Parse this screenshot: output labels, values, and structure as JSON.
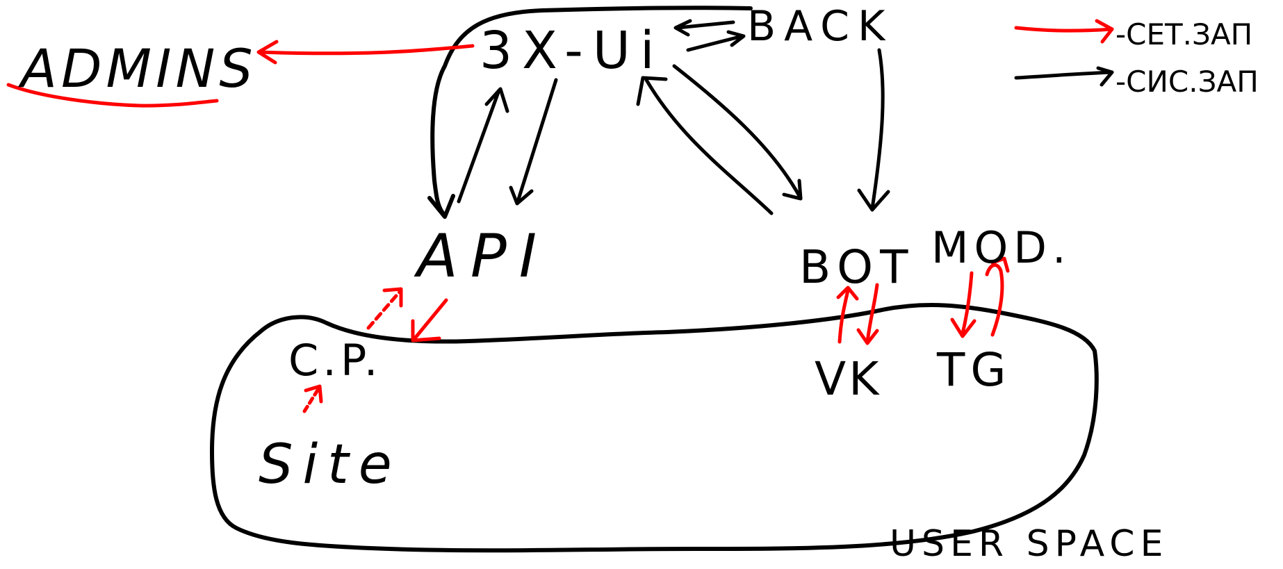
{
  "nodes": {
    "admins": "ADMINS",
    "xui": "3X-Ui",
    "back": "BACK",
    "api": "API",
    "bot": "BOT",
    "mod": "MOD.",
    "cp": "C.P.",
    "site": "Site",
    "vk": "VK",
    "tg": "TG",
    "user_space": "USER SPACE"
  },
  "legend": {
    "network_request": "-СЕТ.ЗАП",
    "system_request": "-СИС.ЗАП"
  },
  "colors": {
    "network_request": "#ff0000",
    "system_request": "#000000",
    "background": "#ffffff"
  }
}
